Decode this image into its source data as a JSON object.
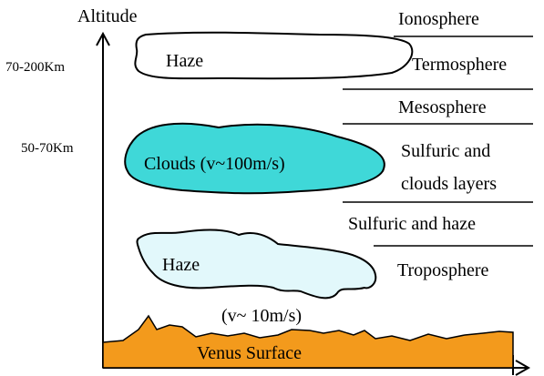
{
  "axis": {
    "y_title": "Altitude",
    "range_upper": "70-200Km",
    "range_middle": "50-70Km"
  },
  "blobs": {
    "upper_haze": "Haze",
    "clouds": "Clouds (v~100m/s)",
    "lower_haze": "Haze",
    "lower_wind": "(v~ 10m/s)",
    "surface": "Venus Surface"
  },
  "layers": {
    "ionosphere": "Ionosphere",
    "termosphere": "Termosphere",
    "mesosphere": "Mesosphere",
    "sulfuric_clouds_line1": "Sulfuric and",
    "sulfuric_clouds_line2": "clouds layers",
    "sulfuric_haze": "Sulfuric and haze",
    "troposphere": "Troposphere"
  },
  "colors": {
    "upper_haze_fill": "#ffffff",
    "cloud_fill": "#3fd8d8",
    "lower_haze_fill": "#e2f8fb",
    "surface_fill": "#f39a1c",
    "line": "#000000"
  }
}
